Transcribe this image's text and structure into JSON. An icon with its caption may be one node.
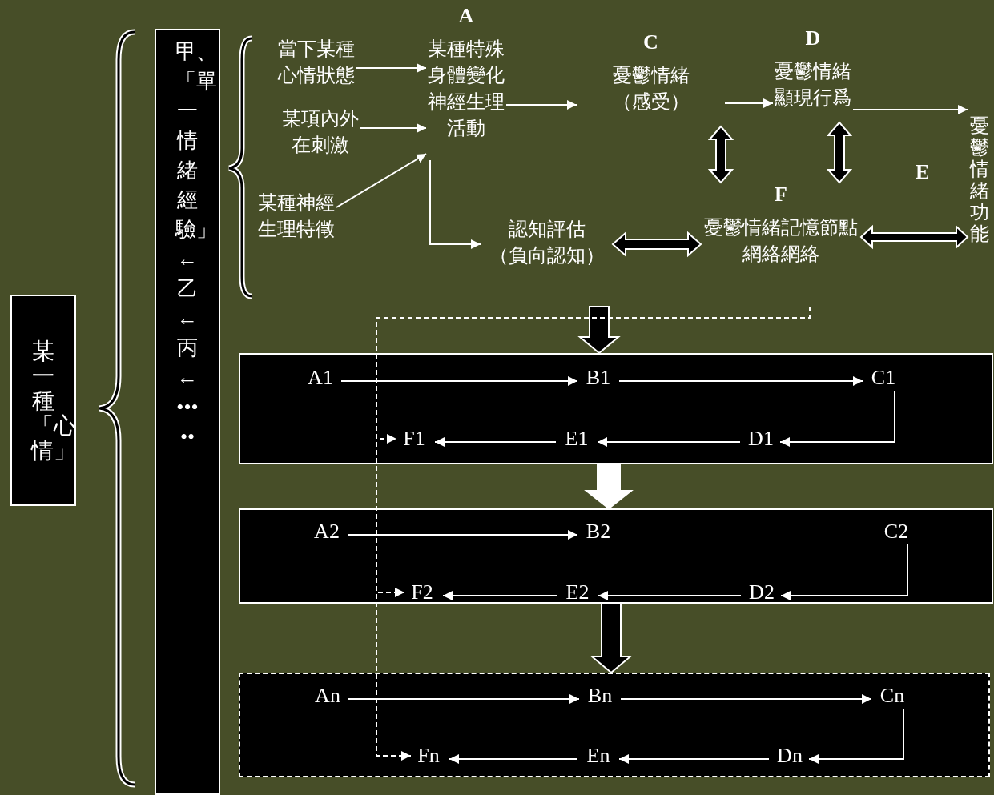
{
  "diagram": {
    "nodes": [
      {
        "text": [
          "某一種「心情」"
        ]
      },
      {
        "text": [
          "甲、「單一情緒經驗」←乙←丙←•••••"
        ]
      },
      {
        "text": [
          "當下某種心情狀態"
        ]
      },
      {
        "text": [
          "某項內外在刺激"
        ]
      },
      {
        "text": [
          "某種神經生理特徵"
        ]
      },
      {
        "text": [
          "A",
          "某種特殊身體變化神經生理活動"
        ]
      },
      {
        "text": [
          "C",
          "憂鬱情緒（感受）"
        ]
      },
      {
        "text": [
          "D",
          "憂鬱情緒顯現行爲"
        ]
      },
      {
        "text": [
          "認知評估（負向認知）"
        ]
      },
      {
        "text": [
          "F",
          "憂鬱情緒記憶節點網絡網絡"
        ]
      },
      {
        "text": [
          "憂鬱情緒功能"
        ]
      },
      {
        "text": [],
        "shape": "box"
      },
      {
        "text": [
          "A1"
        ],
        "in": 11
      },
      {
        "text": [
          "B1"
        ],
        "in": 11
      },
      {
        "text": [
          "C1"
        ],
        "in": 11
      },
      {
        "text": [
          "D1"
        ],
        "in": 11
      },
      {
        "text": [
          "E1"
        ],
        "in": 11
      },
      {
        "text": [
          "F1"
        ],
        "in": 11
      },
      {
        "text": [],
        "shape": "box"
      },
      {
        "text": [
          "A2"
        ],
        "in": 18
      },
      {
        "text": [
          "B2"
        ],
        "in": 18
      },
      {
        "text": [
          "C2"
        ],
        "in": 18
      },
      {
        "text": [
          "D2"
        ],
        "in": 18
      },
      {
        "text": [
          "E2"
        ],
        "in": 18
      },
      {
        "text": [
          "F2"
        ],
        "in": 18
      },
      {
        "text": [],
        "shape": "box"
      },
      {
        "text": [
          "An"
        ],
        "in": 25
      },
      {
        "text": [
          "Bn"
        ],
        "in": 25
      },
      {
        "text": [
          "Cn"
        ],
        "in": 25
      },
      {
        "text": [
          "Dn"
        ],
        "in": 25
      },
      {
        "text": [
          "En"
        ],
        "in": 25
      },
      {
        "text": [
          "Fn"
        ],
        "in": 25
      }
    ],
    "edges": [
      {
        "from": 2,
        "to": 5,
        "arrow": "to"
      },
      {
        "from": 3,
        "to": 5,
        "arrow": "to"
      },
      {
        "from": 4,
        "to": 5,
        "arrow": "to"
      },
      {
        "from": 5,
        "to": 6,
        "arrow": "to"
      },
      {
        "from": 6,
        "to": 7,
        "arrow": "to"
      },
      {
        "from": 7,
        "to": 10,
        "arrow": "to"
      },
      {
        "from": 5,
        "to": 8,
        "arrow": "to"
      },
      {
        "from": 8,
        "to": 9,
        "arrow": "both",
        "style": "thick"
      },
      {
        "from": 6,
        "to": 9,
        "arrow": "both",
        "style": "thick"
      },
      {
        "from": 7,
        "to": 9,
        "arrow": "both",
        "style": "thick"
      },
      {
        "from": 9,
        "to": 10,
        "arrow": "both",
        "style": "thick"
      },
      {
        "from": null,
        "to": 11,
        "arrow": "to",
        "style": "thick"
      },
      {
        "from": 11,
        "to": 18,
        "arrow": "to",
        "style": "thick"
      },
      {
        "from": 18,
        "to": 25,
        "arrow": "to",
        "style": "thick"
      },
      {
        "from": 9,
        "to": 17,
        "arrow": "to",
        "style": "dashed"
      },
      {
        "from": 9,
        "to": 24,
        "arrow": "to",
        "style": "dashed"
      },
      {
        "from": 9,
        "to": 31,
        "arrow": "to",
        "style": "dashed"
      },
      {
        "from": 12,
        "to": 13,
        "arrow": "to"
      },
      {
        "from": 13,
        "to": 14,
        "arrow": "to"
      },
      {
        "from": 14,
        "to": 15,
        "arrow": "to"
      },
      {
        "from": 15,
        "to": 16,
        "arrow": "to"
      },
      {
        "from": 16,
        "to": 17,
        "arrow": "to"
      },
      {
        "from": 19,
        "to": 20,
        "arrow": "to"
      },
      {
        "from": 21,
        "to": 22,
        "arrow": "to"
      },
      {
        "from": 22,
        "to": 23,
        "arrow": "to"
      },
      {
        "from": 23,
        "to": 24,
        "arrow": "to"
      },
      {
        "from": 26,
        "to": 27,
        "arrow": "to"
      },
      {
        "from": 27,
        "to": 28,
        "arrow": "to"
      },
      {
        "from": 28,
        "to": 29,
        "arrow": "to"
      },
      {
        "from": 29,
        "to": 30,
        "arrow": "to"
      },
      {
        "from": 30,
        "to": 31,
        "arrow": "to"
      }
    ],
    "labels": [
      "E"
    ]
  }
}
